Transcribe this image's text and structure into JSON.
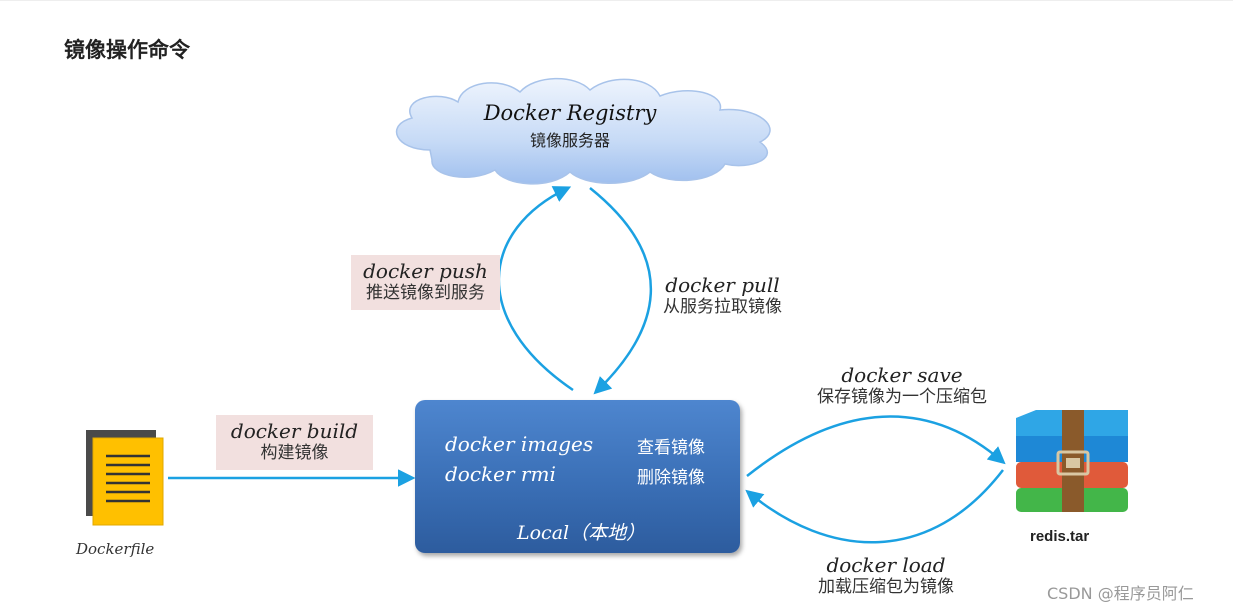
{
  "page": {
    "title": "镜像操作命令",
    "watermark": "CSDN @程序员阿仁"
  },
  "registry": {
    "title": "Docker Registry",
    "subtitle": "镜像服务器"
  },
  "push": {
    "command": "docker push",
    "desc": "推送镜像到服务"
  },
  "pull": {
    "command": "docker pull",
    "desc": "从服务拉取镜像"
  },
  "build": {
    "command": "docker build",
    "desc": "构建镜像"
  },
  "save": {
    "command": "docker save",
    "desc": "保存镜像为一个压缩包"
  },
  "load": {
    "command": "docker load",
    "desc": "加载压缩包为镜像"
  },
  "local": {
    "commands": [
      {
        "command": "docker images",
        "desc": "查看镜像"
      },
      {
        "command": "docker rmi",
        "desc": "删除镜像"
      }
    ],
    "label": "Local（本地）"
  },
  "dockerfile": {
    "label": "Dockerfile",
    "icon": "document-icon"
  },
  "archive": {
    "label": "redis.tar",
    "icon": "archive-icon"
  },
  "colors": {
    "arrow": "#1ba1e2",
    "local_box": "#3a6fb6",
    "label_bg": "#f2e0df",
    "cloud": "#c8dbf5"
  }
}
